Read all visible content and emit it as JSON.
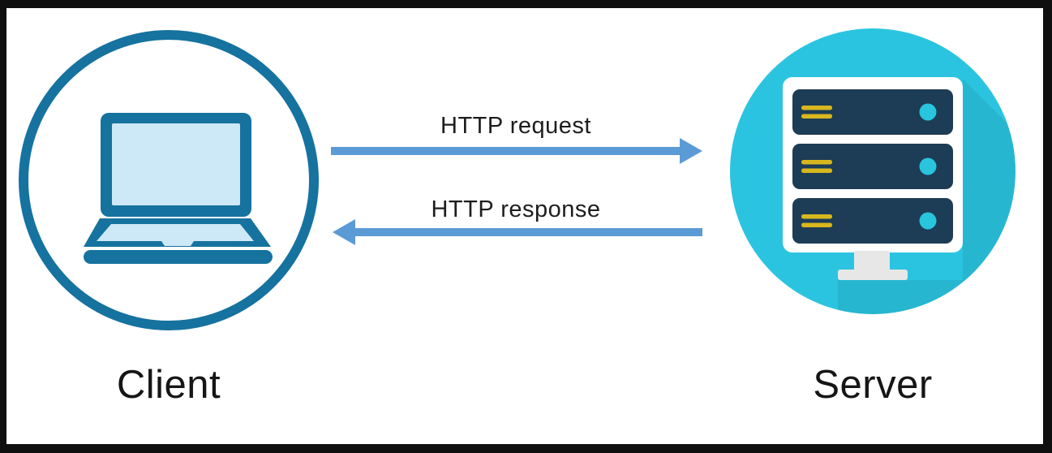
{
  "diagram": {
    "type": "client-server-http-flow",
    "nodes": {
      "client": {
        "label": "Client",
        "icon": "laptop-icon"
      },
      "server": {
        "label": "Server",
        "icon": "server-rack-icon"
      }
    },
    "edges": [
      {
        "from": "Client",
        "to": "Server",
        "label": "HTTP request",
        "direction": "left-to-right"
      },
      {
        "from": "Server",
        "to": "Client",
        "label": "HTTP response",
        "direction": "right-to-left"
      }
    ],
    "colors": {
      "border": "#0f0f0f",
      "background": "#ffffff",
      "client_outline": "#16729f",
      "laptop_body": "#16729f",
      "laptop_screen": "#cde8f7",
      "arrow": "#5b9bd5",
      "server_circle": "#2bc4e0",
      "server_frame": "#ffffff",
      "server_unit": "#1d3c55",
      "server_unit_lines": "#d8b71e",
      "server_led": "#29c4de",
      "server_stand": "#e7e7e7",
      "label_text": "#161616"
    }
  }
}
